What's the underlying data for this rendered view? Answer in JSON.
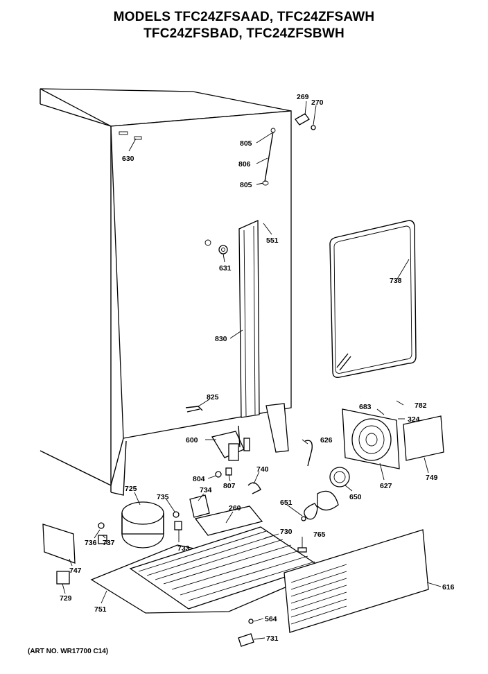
{
  "header": {
    "title_line1": "MODELS TFC24ZFSAAD, TFC24ZFSAWH",
    "title_line2": "TFC24ZFSBAD, TFC24ZFSBWH"
  },
  "footer": {
    "art_number": "(ART NO. WR17700 C14)"
  },
  "part_labels": {
    "p269": "269",
    "p270": "270",
    "p805a": "805",
    "p806": "806",
    "p805b": "805",
    "p630": "630",
    "p551": "551",
    "p631": "631",
    "p738": "738",
    "p830": "830",
    "p825": "825",
    "p683": "683",
    "p782": "782",
    "p324": "324",
    "p600": "600",
    "p626": "626",
    "p749": "749",
    "p740": "740",
    "p804": "804",
    "p807": "807",
    "p627": "627",
    "p725": "725",
    "p735": "735",
    "p734": "734",
    "p260": "260",
    "p650": "650",
    "p651": "651",
    "p736": "736",
    "p737": "737",
    "p733": "733",
    "p730": "730",
    "p765": "765",
    "p747": "747",
    "p616": "616",
    "p729": "729",
    "p751": "751",
    "p564": "564",
    "p731": "731"
  }
}
